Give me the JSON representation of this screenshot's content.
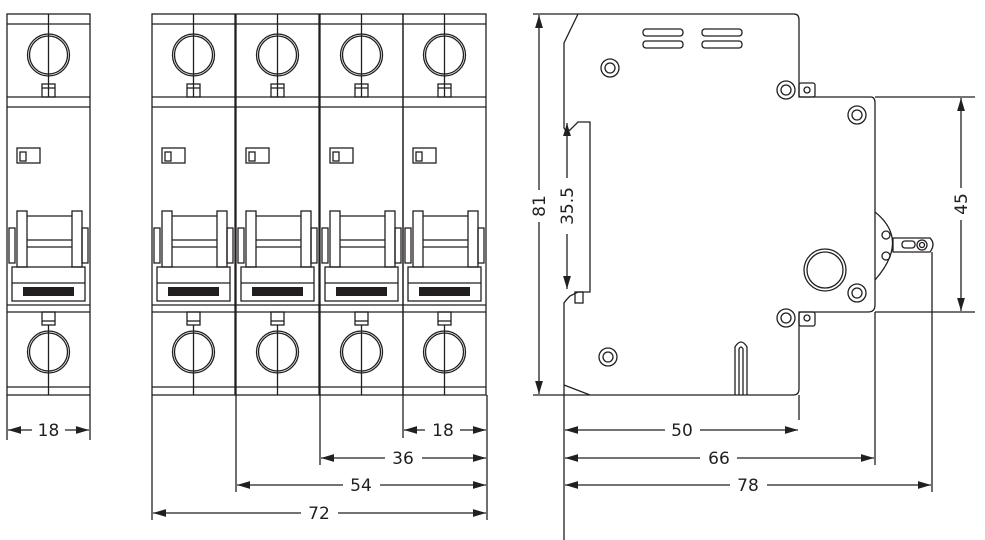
{
  "single_pole": {
    "width_label": "18"
  },
  "four_pole": {
    "pitch_label": "18",
    "two_label": "36",
    "three_label": "54",
    "total_label": "72"
  },
  "side_view": {
    "height_label": "81",
    "din_label": "35.5",
    "front_label": "45",
    "depth_body_label": "50",
    "depth_front_label": "66",
    "depth_total_label": "78"
  },
  "colors": {
    "line": "#231f20",
    "background": "#ffffff"
  }
}
